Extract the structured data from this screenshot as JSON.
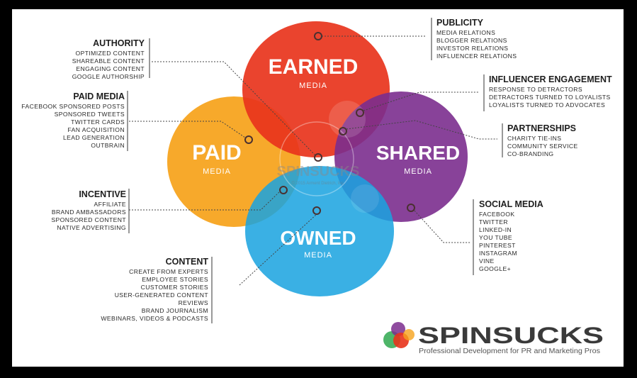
{
  "circles": {
    "earned": {
      "title": "EARNED",
      "subtitle": "MEDIA",
      "color": "#e8341c"
    },
    "paid": {
      "title": "PAID",
      "subtitle": "MEDIA",
      "color": "#f6a21b"
    },
    "shared": {
      "title": "SHARED",
      "subtitle": "MEDIA",
      "color": "#7b2d8e"
    },
    "owned": {
      "title": "OWNED",
      "subtitle": "MEDIA",
      "color": "#1aa3e0"
    }
  },
  "watermark": {
    "text": "SPINSUCKS",
    "copyright": "© 2015 Arment Dietrich, Inc."
  },
  "groups": {
    "authority": {
      "title": "AUTHORITY",
      "items": [
        "OPTIMIZED CONTENT",
        "SHAREABLE CONTENT",
        "ENGAGING CONTENT",
        "GOOGLE AUTHORSHIP"
      ]
    },
    "paid_media": {
      "title": "PAID MEDIA",
      "items": [
        "FACEBOOK SPONSORED POSTS",
        "SPONSORED TWEETS",
        "TWITTER CARDS",
        "FAN ACQUISITION",
        "LEAD GENERATION",
        "OUTBRAIN"
      ]
    },
    "incentive": {
      "title": "INCENTIVE",
      "items": [
        "AFFILIATE",
        "BRAND AMBASSADORS",
        "SPONSORED CONTENT",
        "NATIVE ADVERTISING"
      ]
    },
    "content": {
      "title": "CONTENT",
      "items": [
        "CREATE FROM EXPERTS",
        "EMPLOYEE STORIES",
        "CUSTOMER STORIES",
        "USER-GENERATED CONTENT",
        "REVIEWS",
        "BRAND JOURNALISM",
        "WEBINARS, VIDEOS & PODCASTS"
      ]
    },
    "publicity": {
      "title": "PUBLICITY",
      "items": [
        "MEDIA RELATIONS",
        "BLOGGER RELATIONS",
        "INVESTOR RELATIONS",
        "INFLUENCER RELATIONS"
      ]
    },
    "influencer": {
      "title": "INFLUENCER ENGAGEMENT",
      "items": [
        "RESPONSE TO DETRACTORS",
        "DETRACTORS TURNED TO LOYALISTS",
        "LOYALISTS TURNED TO ADVOCATES"
      ]
    },
    "partnerships": {
      "title": "PARTNERSHIPS",
      "items": [
        "CHARITY TIE-INS",
        "COMMUNITY SERVICE",
        "CO-BRANDING"
      ]
    },
    "social": {
      "title": "SOCIAL MEDIA",
      "items": [
        "FACEBOOK",
        "TWITTER",
        "LINKED-IN",
        "YOU TUBE",
        "PINTEREST",
        "INSTAGRAM",
        "VINE",
        "GOOGLE+"
      ]
    }
  },
  "brand": {
    "name": "SPINSUCKS",
    "tagline": "Professional Development for PR and Marketing Pros"
  }
}
